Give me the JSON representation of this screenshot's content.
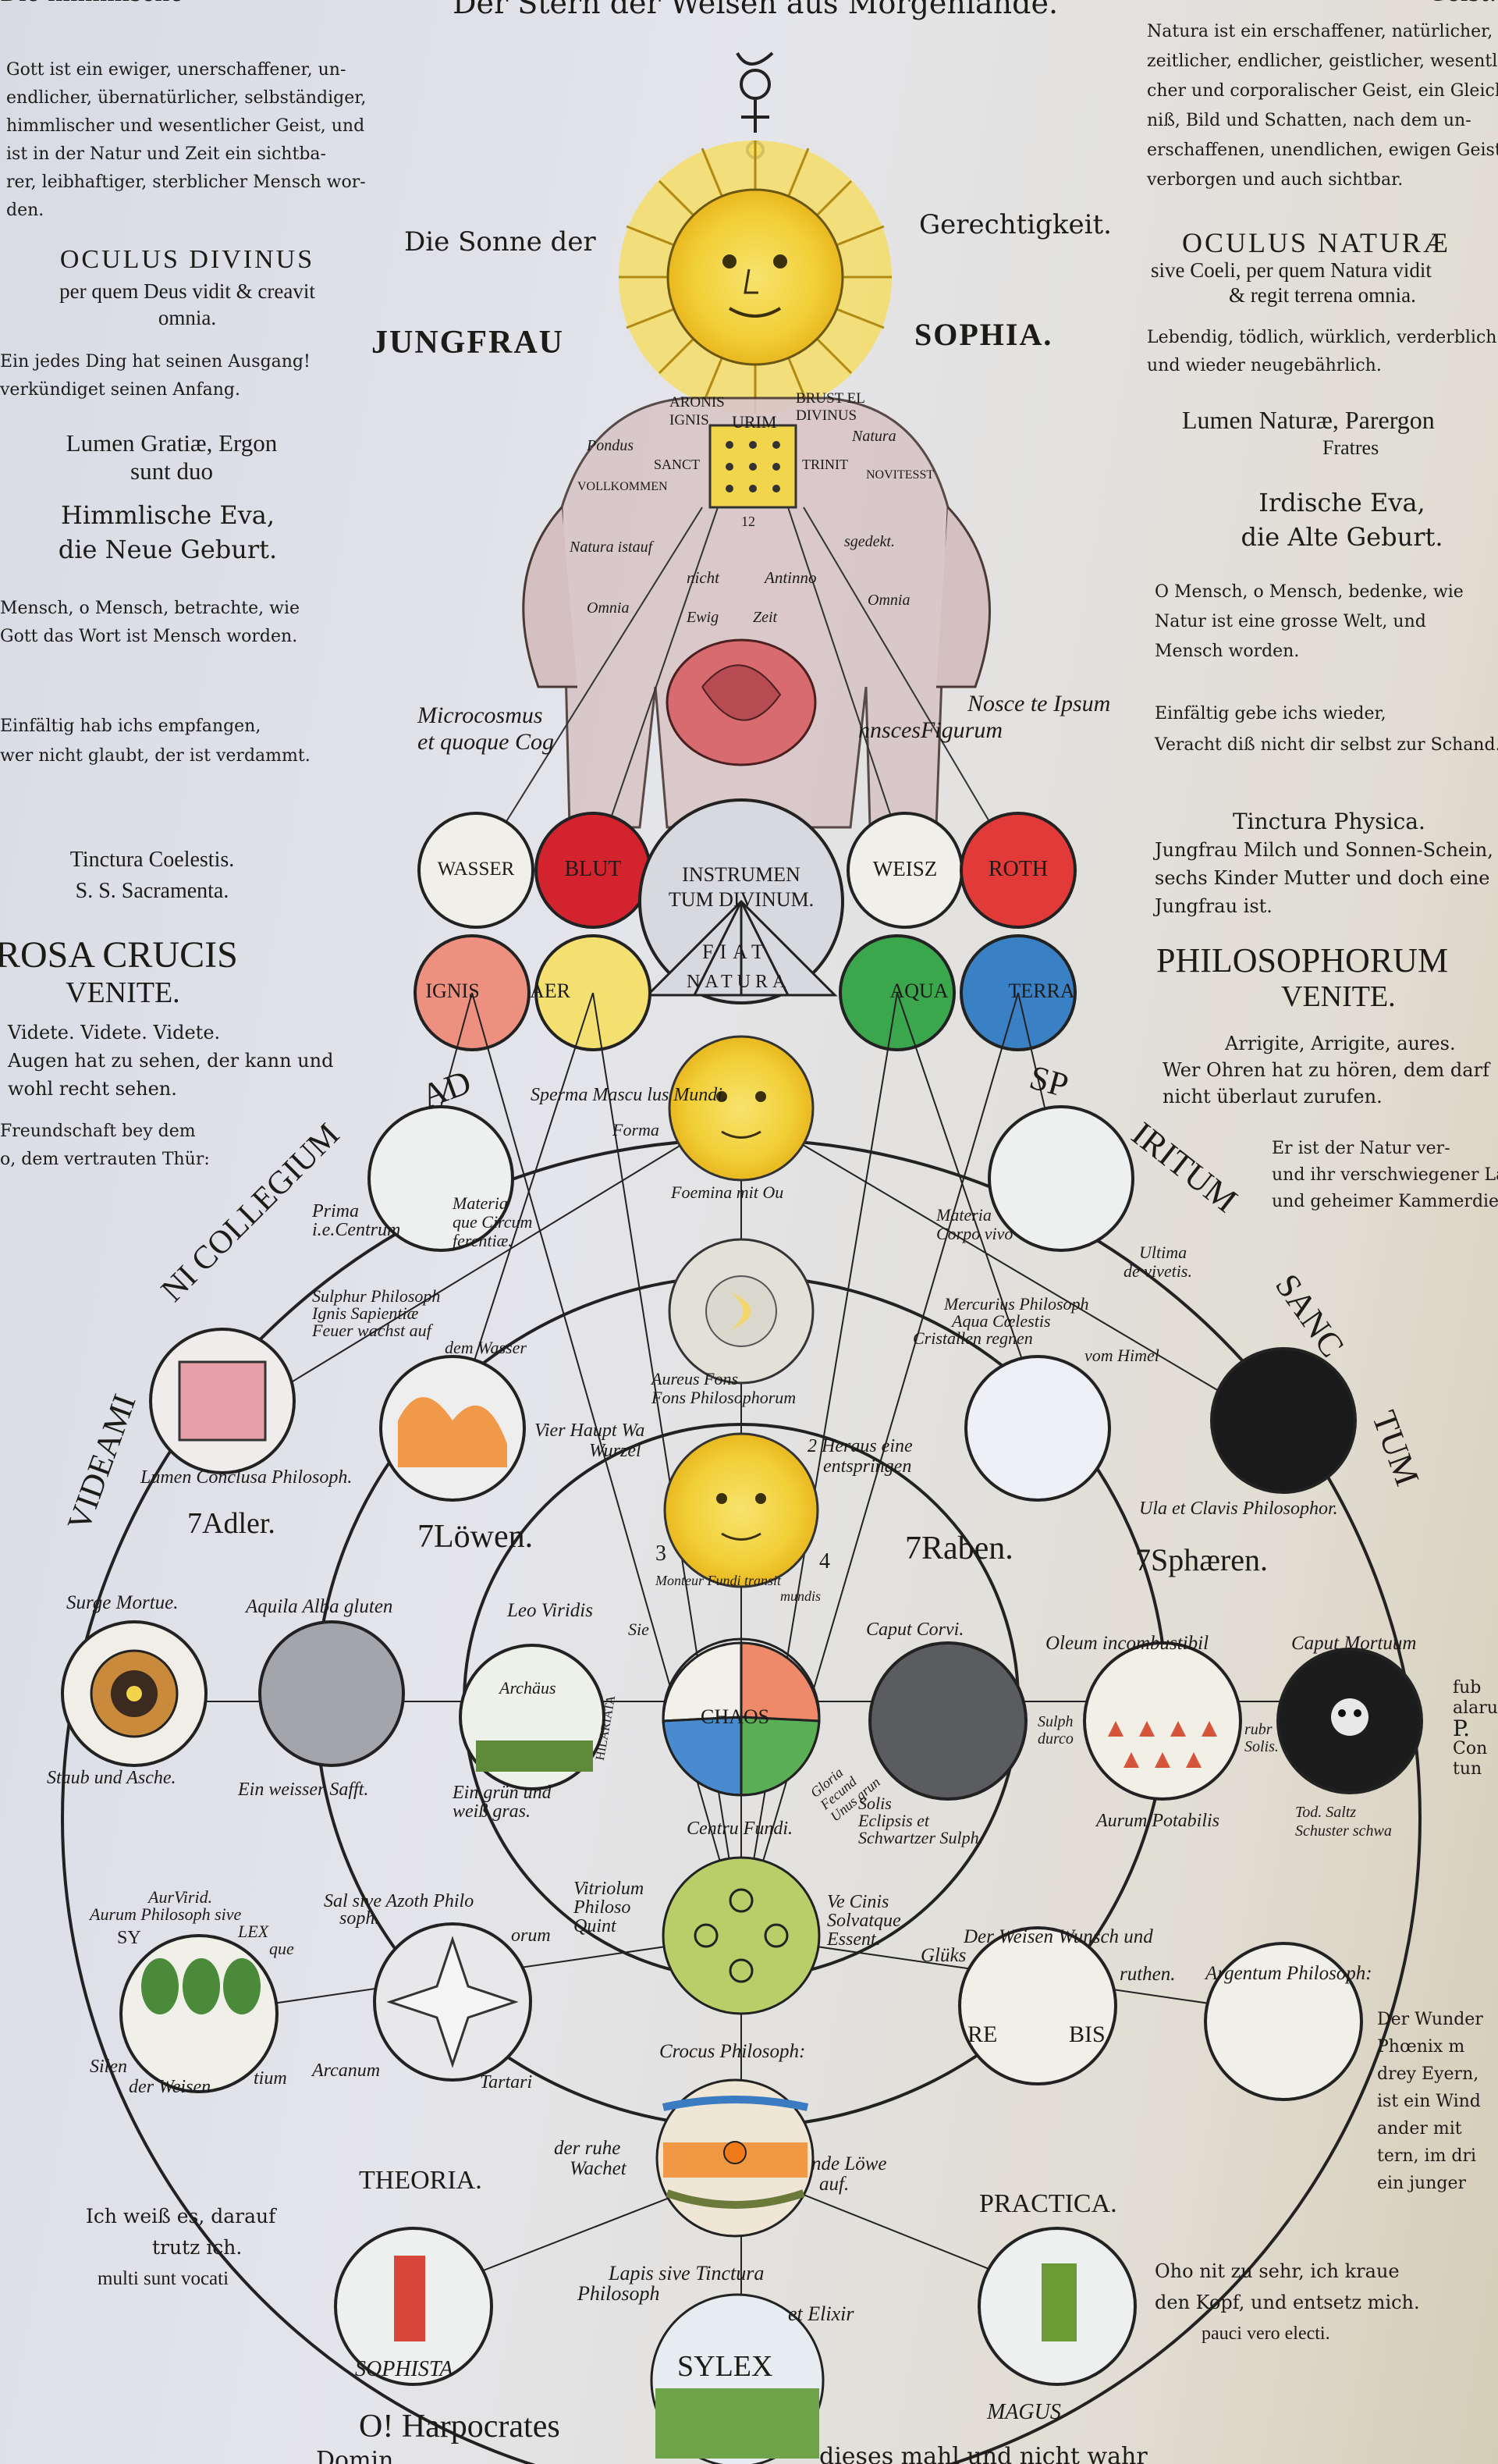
{
  "header": {
    "top_center": "Der Stern der Weisen aus Morgenlande.",
    "top_left": "Die himmlische",
    "top_right": "Geist."
  },
  "left_column": {
    "p1": [
      "Gott ist ein ewiger, unerschaffener, un-",
      "endlicher, übernatürlicher, selbständiger,",
      "himmlischer und wesentlicher Geist, und",
      "ist in der Natur und Zeit ein sichtba-",
      "rer, leibhaftiger, sterblicher Mensch wor-",
      "den."
    ],
    "oculus_title": "OCULUS DIVINUS",
    "oculus_sub": [
      "per quem Deus vidit & creavit",
      "omnia."
    ],
    "p2": [
      "Ein jedes Ding hat seinen Ausgang!",
      "verkündiget seinen Anfang."
    ],
    "lumen": [
      "Lumen Gratiæ, Ergon",
      "sunt duo"
    ],
    "eva": [
      "Himmlische Eva,",
      "die Neue Geburt."
    ],
    "p3": [
      "Mensch, o Mensch, betrachte, wie",
      "Gott das Wort ist Mensch worden."
    ],
    "p4": [
      "Einfältig hab ichs empfangen,",
      "wer nicht glaubt, der ist verdammt."
    ],
    "tinctura": [
      "Tinctura Coelestis.",
      "S. S. Sacramenta."
    ],
    "rosa": [
      "ROSA CRUCIS",
      "VENITE."
    ],
    "videte": [
      "Videte. Videte. Videte.",
      "Augen hat zu sehen, der kann und",
      "wohl recht sehen."
    ],
    "freund": [
      "Freundschaft bey dem",
      "o, dem vertrauten Thür:"
    ]
  },
  "right_column": {
    "p1": [
      "Natura ist ein erschaffener, natürlicher,",
      "zeitlicher, endlicher, geistlicher, wesentli-",
      "cher und corporalischer Geist, ein Gleich-",
      "niß, Bild und Schatten, nach dem un-",
      "erschaffenen, unendlichen, ewigen Geist,",
      "verborgen und auch sichtbar."
    ],
    "oculus_title": "OCULUS NATURÆ",
    "oculus_sub": [
      "sive Coeli, per quem Natura vidit",
      "& regit terrena omnia."
    ],
    "p2": [
      "Lebendig, tödlich, würklich, verderblich",
      "und wieder neugebährlich."
    ],
    "lumen": [
      "Lumen Naturæ, Parergon",
      "Fratres"
    ],
    "eva": [
      "Irdische Eva,",
      "die Alte Geburt."
    ],
    "p3": [
      "O Mensch, o Mensch, bedenke, wie",
      "Natur ist eine grosse Welt, und",
      "Mensch worden."
    ],
    "p4": [
      "Einfältig gebe ichs wieder,",
      "Veracht diß nicht dir selbst zur Schand."
    ],
    "tinctura": [
      "Tinctura Physica.",
      "Jungfrau Milch und Sonnen-Schein,",
      "sechs Kinder Mutter und doch eine",
      "Jungfrau ist."
    ],
    "philo": [
      "PHILOSOPHORUM",
      "VENITE."
    ],
    "arrigite": [
      "Arrigite, Arrigite, aures.",
      "Wer Ohren hat zu hören, dem darf",
      "nicht überlaut zurufen."
    ],
    "natur": [
      "Er ist der Natur ver-",
      "und ihr verschwiegener La-",
      "und geheimer Kammerdie-"
    ]
  },
  "figure": {
    "sonne_left": "Die Sonne der",
    "sonne_right": "Gerechtigkeit.",
    "jungfrau": "JUNGFRAU",
    "sophia": "SOPHIA.",
    "body_words": [
      "ARONIS",
      "IGNIS",
      "BRUST EL",
      "DIVINUS",
      "URIM",
      "Pondus",
      "Natura",
      "SANCT",
      "TRINIT",
      "VOLLKOMMEN",
      "NOVITESST",
      "Natura istauf",
      "sgedekt.",
      "Omnia",
      "Omnia",
      "nicht",
      "Antinno",
      "12",
      "Ewig",
      "Zeit"
    ],
    "micro_left": [
      "Microcosmus",
      "et quoque Cog"
    ],
    "micro_right": [
      "Nosce te Ipsum",
      "nnscesFigurum"
    ]
  },
  "rows": {
    "row1": [
      {
        "label": "WASSER",
        "color": "#f1efe9"
      },
      {
        "label": "BLUT",
        "color": "#d3232f"
      },
      {
        "label": "WEISZ",
        "color": "#f1efe9"
      },
      {
        "label": "ROTH",
        "color": "#e23a38"
      }
    ],
    "center_circle": [
      "INSTRUMEN",
      "TUM DIVINUM."
    ],
    "triangle": [
      "FIAT",
      "NATURA"
    ],
    "row2": [
      {
        "label": "IGNIS",
        "color": "#ee9080"
      },
      {
        "label": "AER",
        "color": "#f3e070"
      },
      {
        "label": "AQUA",
        "color": "#3aa74d"
      },
      {
        "label": "TERRA",
        "color": "#3a80c4"
      }
    ]
  },
  "ring_words": {
    "left_arc": [
      "AD",
      "VIDEAMI",
      "NI COLLEGIUM"
    ],
    "right_arc": [
      "SP",
      "IRITUM",
      "SANC",
      "TUM"
    ]
  },
  "emblems": {
    "sperma": "Sperma Mascu lus Mundi.",
    "forma": "Forma",
    "prima": [
      "Prima",
      "i.e.Centrum"
    ],
    "materia_left": [
      "Materia",
      "que Circum",
      "ferentiæ."
    ],
    "materia_right": [
      "Materia",
      "Corpo vivo",
      "Ultima",
      "de vivetis."
    ],
    "foemina": "Foemina mit Ou",
    "sulphur": [
      "Sulphur Philosoph",
      "Ignis Sapientiæ",
      "Feuer wachst auf",
      "dem Wasser"
    ],
    "mercurius": [
      "Mercurius Philosoph",
      "Aqua Cœlestis",
      "Cristallen regnen",
      "vom Himel"
    ],
    "aureus": [
      "Aureus Fons",
      "Fons Philosophorum"
    ],
    "vierhaup": [
      "Vier Haupt Wa",
      "Wurzel"
    ],
    "heraus": [
      "2 Heraus eine",
      "entspringen"
    ],
    "unum": [
      "Lumen Conclusa Philosoph."
    ],
    "ula": "Ula et Clavis Philosophor.",
    "num_adler": "7Adler.",
    "num_loewen": "7Löwen.",
    "num_raben": "7Raben.",
    "num_sphaeren": "7Sphæren.",
    "num3": "3",
    "num4": "4",
    "surge": "Surge Mortue.",
    "aquila": "Aquila Alba gluten",
    "leo": "Leo Viridis",
    "caput_corvi": "Caput Corvi.",
    "oleum": "Oleum incombustibil",
    "caput_mort": "Caput Mortuum",
    "staub": "Staub und Asche.",
    "einweiss": "Ein weisser Safft.",
    "eingrun": [
      "Ein grün und",
      "weiß gras."
    ],
    "archaus": "Archäus",
    "chaos": "CHAOS",
    "centru": "Centru Fundi.",
    "solis": [
      "Solis",
      "Eclipsis et",
      "Schwartzer Sulph."
    ],
    "aurum_pot": "Aurum Potabilis",
    "tod": [
      "Tod. Saltz",
      "Schuster schwa"
    ],
    "fub": [
      "fub",
      "alaru",
      "P.",
      "Con",
      "tun"
    ],
    "sulph": [
      "Sulph",
      "durco"
    ],
    "rubr": [
      "rubr",
      "Solis."
    ],
    "vitriolum": [
      "Vitriolum",
      "Philoso",
      "Quint"
    ],
    "salsive": [
      "Sal sive Azoth Philo",
      "soph.",
      "orum"
    ],
    "auruvirid": [
      "AurVirid.",
      "Aurum Philosoph sive",
      "LEX",
      "que"
    ],
    "sy": "SY",
    "silen": [
      "Silen",
      "der Weisen"
    ],
    "arcanum": "Arcanum",
    "tartari": "Tartari",
    "tium": "tium",
    "ceinis": [
      "Ve Cinis",
      "Solvatque",
      "Essent."
    ],
    "derweisen": [
      "Der Weisen Wunsch und",
      "Glüks",
      "ruthen."
    ],
    "argentum": "Argentum Philosoph:",
    "rebis": [
      "RE",
      "BIS"
    ],
    "crocus": "Crocus Philosoph:",
    "derruhe": [
      "der ruhe",
      "Wachet"
    ],
    "loewe": [
      "nde Löwe",
      "auf."
    ],
    "lapis": [
      "Lapis sive Tinctura",
      "Philosoph",
      "et Elixir"
    ],
    "theoria": "THEORIA.",
    "practica": "PRACTICA.",
    "sophista": "SOPHISTA",
    "magus": "MAGUS",
    "sylex": "SYLEX",
    "harpocrates": "O! Harpocrates",
    "bottom_left": "Domin",
    "bottom_right": "dieses mahl und nicht wahr",
    "weiss": [
      "Ich weiß es, darauf",
      "trutz ich.",
      "multi sunt vocati"
    ],
    "oho": [
      "Oho nit zu sehr, ich kraue",
      "den Kopf, und entsetz mich.",
      "pauci vero electi."
    ],
    "phoenix": [
      "Der Wunder",
      "Phœnix m",
      "drey Eyern,",
      "ist ein Wind",
      "ander mit",
      "tern, im dri",
      "ein junger"
    ],
    "chaos_arc": [
      "Monteur Fundi transit",
      "mundis"
    ],
    "hilariata": "HILARIATA",
    "sie": "Sie",
    "gloria": [
      "Gloria",
      "Fecund",
      "Unus grun"
    ]
  },
  "colors": {
    "paper": "#e3e4ea",
    "ink": "#1d1b18",
    "sun": "#f4d23c",
    "flesh": "#d9c4c2",
    "red": "#d3232f",
    "blue": "#3a80c4",
    "green": "#3aa74d"
  }
}
